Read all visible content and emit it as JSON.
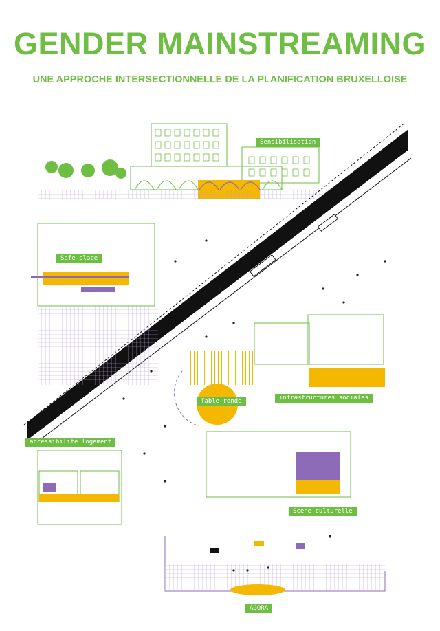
{
  "title": "GENDER MAINSTREAMING",
  "subtitle": "UNE APPROCHE INTERSECTIONNELLE DE LA PLANIFICATION BRUXELLOISE",
  "labels": {
    "sensibilisation": "Sensibilisation",
    "safe_place": "Safe place",
    "table_ronde": "Table ronde",
    "infrastructures": "infrastructures sociales",
    "accessibilite": "accessibilité logement",
    "scene": "Scene culturelle",
    "agora": "AGORA"
  },
  "colors": {
    "green": "#6fbe44",
    "purple": "#8e6bb8",
    "yellow": "#f5b800",
    "black": "#111111"
  }
}
